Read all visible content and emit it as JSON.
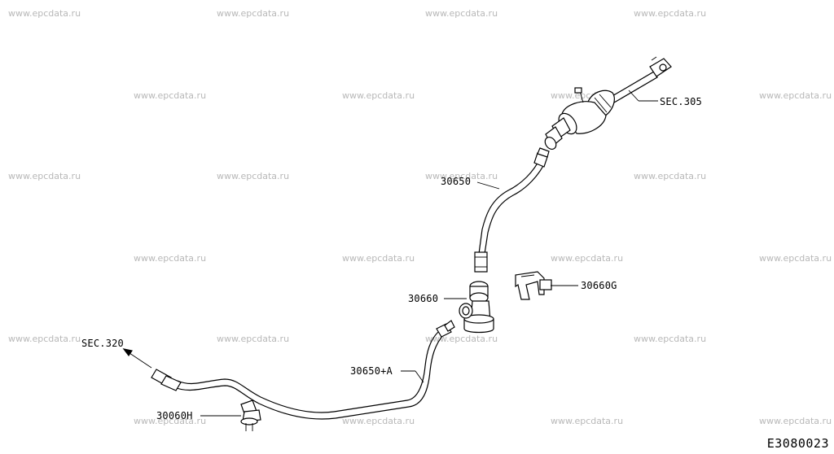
{
  "watermark": "www.epcdata.ru",
  "labels": {
    "sec305": "SEC.305",
    "p30650": "30650",
    "p30660": "30660",
    "p30660g": "30660G",
    "sec320": "SEC.320",
    "p30650a": "30650+A",
    "p30060h": "30060H"
  },
  "diagram_code": "E3080023"
}
